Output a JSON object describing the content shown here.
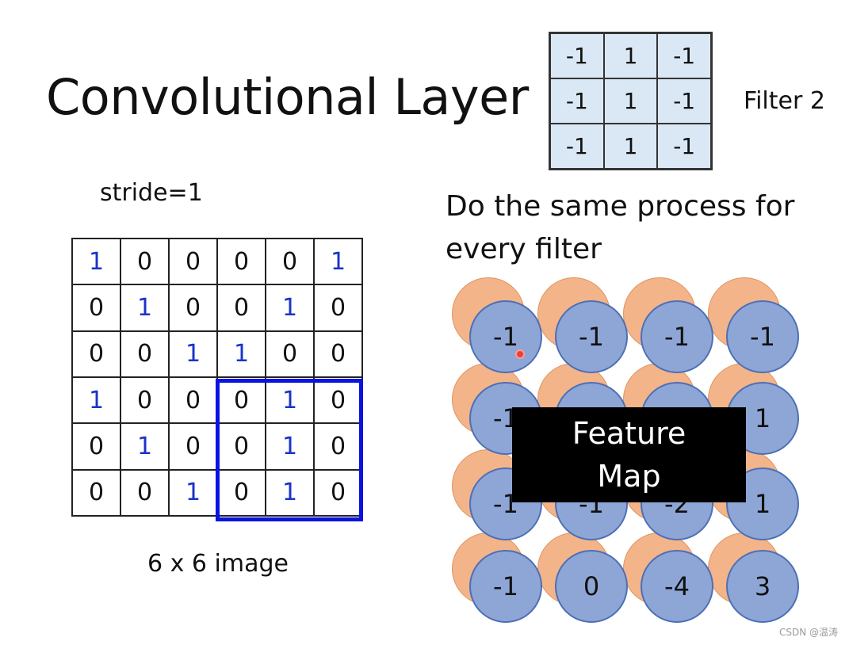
{
  "title": "Convolutional Layer",
  "filter": {
    "label": "Filter 2",
    "cells": [
      "-1",
      "1",
      "-1",
      "-1",
      "1",
      "-1",
      "-1",
      "1",
      "-1"
    ]
  },
  "stride_label": "stride=1",
  "image": {
    "caption": "6 x 6 image",
    "cells": [
      "1",
      "0",
      "0",
      "0",
      "0",
      "1",
      "0",
      "1",
      "0",
      "0",
      "1",
      "0",
      "0",
      "0",
      "1",
      "1",
      "0",
      "0",
      "1",
      "0",
      "0",
      "0",
      "1",
      "0",
      "0",
      "1",
      "0",
      "0",
      "1",
      "0",
      "0",
      "0",
      "1",
      "0",
      "1",
      "0"
    ]
  },
  "process_text": {
    "line1": "Do the same process for",
    "line2": "every filter"
  },
  "feature_map": {
    "label_line1": "Feature",
    "label_line2": "Map",
    "values": [
      [
        "-1",
        "-1",
        "-1",
        "-1"
      ],
      [
        "-1",
        "",
        "",
        "1"
      ],
      [
        "-1",
        "-1",
        "-2",
        "1"
      ],
      [
        "-1",
        "0",
        "-4",
        "3"
      ]
    ]
  },
  "colors": {
    "one_digit": "#1a33c8",
    "highlight": "#0a14e0",
    "filter_bg": "#dae8f5",
    "orange_circle": "#f3b48a",
    "blue_circle": "#8ea6d6"
  },
  "watermark": "CSDN @温涛"
}
